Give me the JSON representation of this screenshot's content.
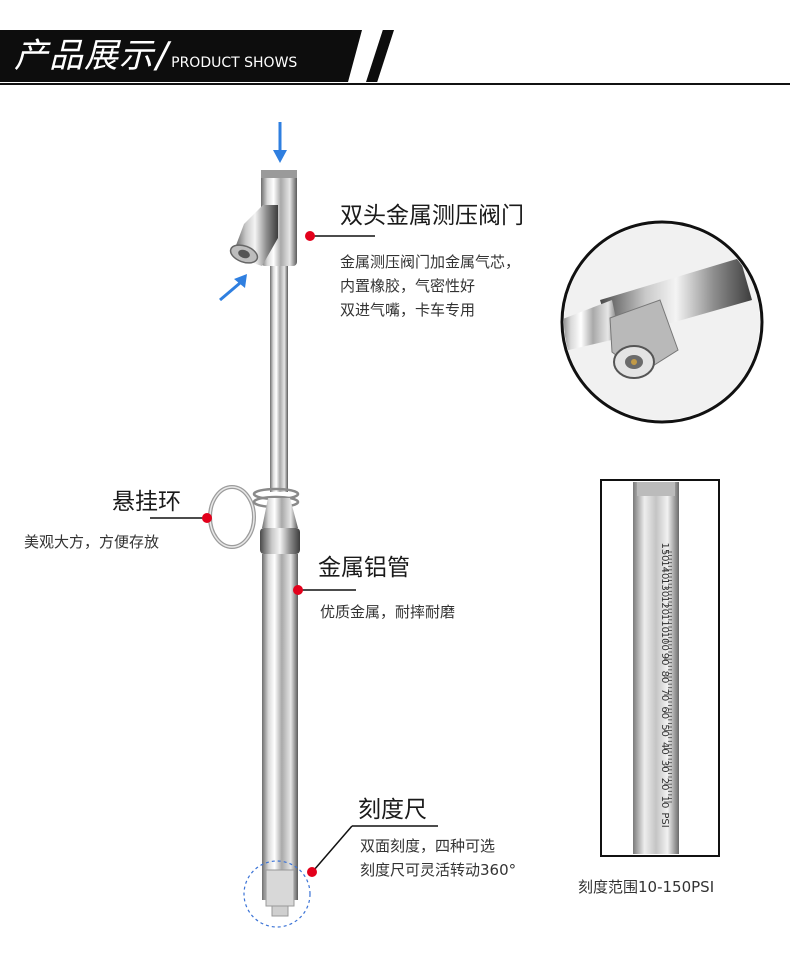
{
  "header": {
    "title_cn": "产品展示",
    "separator": "/",
    "title_en": "PRODUCT SHOWS"
  },
  "callouts": {
    "valve": {
      "title": "双头金属测压阀门",
      "lines": [
        "金属测压阀门加金属气芯，",
        "内置橡胶，气密性好",
        "双进气嘴，卡车专用"
      ]
    },
    "ring": {
      "title": "悬挂环",
      "lines": [
        "美观大方，方便存放"
      ]
    },
    "tube": {
      "title": "金属铝管",
      "lines": [
        "优质金属，耐摔耐磨"
      ]
    },
    "scale": {
      "title": "刻度尺",
      "lines": [
        "双面刻度，四种可选",
        "刻度尺可灵活转动360°"
      ]
    }
  },
  "scale_panel": {
    "caption": "刻度范围10-150PSI",
    "unit": "PSI",
    "ticks": [
      "150",
      "140",
      "130",
      "120",
      "110",
      "100",
      "90",
      "80",
      "70",
      "60",
      "50",
      "40",
      "30",
      "20",
      "10"
    ]
  },
  "colors": {
    "accent_red": "#e3001b",
    "arrow_blue": "#2f7fe0",
    "banner_black": "#0d0d0d"
  }
}
